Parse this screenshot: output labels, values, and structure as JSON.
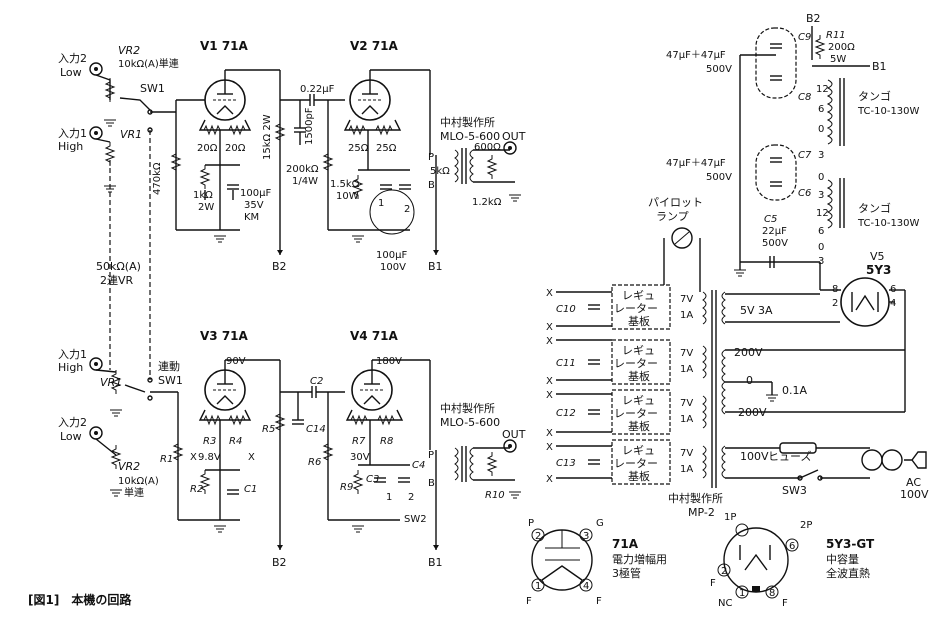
{
  "figure": {
    "caption": "[図1]　本機の回路"
  },
  "colors": {
    "ink": "#111111",
    "paper": "#ffffff"
  },
  "upper_channel": {
    "input2": [
      "入力2",
      "Low"
    ],
    "input1": [
      "入力1",
      "High"
    ],
    "vr2": "VR2",
    "vr2_value": "10kΩ(A)単連",
    "vr1": "VR1",
    "sw1": "SW1",
    "tube1": "V1 71A",
    "tube2": "V2 71A",
    "r_470k": "470kΩ",
    "r_20a": "20Ω",
    "r_20b": "20Ω",
    "r_1k": [
      "1kΩ",
      "2W"
    ],
    "c_100u": [
      "100μF",
      "35V",
      "KM"
    ],
    "r_15k": "15kΩ 2W",
    "c_022": "0.22μF",
    "c_1500": "1500pF",
    "r_200k": [
      "200kΩ",
      "1/4W"
    ],
    "r_25a": "25Ω",
    "r_25b": "25Ω",
    "r_15k10": [
      "1.5kΩ",
      "10W"
    ],
    "c_100u_100v": [
      "100μF",
      "100V"
    ],
    "sw_1": "1",
    "sw_2": "2",
    "trans": [
      "中村製作所",
      "MLO-5-600"
    ],
    "trans_p": "P",
    "trans_b": "B",
    "trans_5k": "5kΩ",
    "trans_600": "600Ω",
    "out": "OUT",
    "r_12k": "1.2kΩ",
    "b2": "B2",
    "b1": "B1"
  },
  "vr_dual": [
    "50kΩ(A)",
    "2連VR"
  ],
  "lower_channel": {
    "input1": [
      "入力1",
      "High"
    ],
    "input2": [
      "入力2",
      "Low"
    ],
    "vr1": "VR1",
    "vr2": "VR2",
    "vr2_value": [
      "10kΩ(A)",
      "単連"
    ],
    "sw1": [
      "連動",
      "SW1"
    ],
    "tube3": "V3 71A",
    "tube4": "V4 71A",
    "v90": "90V",
    "v180": "180V",
    "r1": "R1",
    "r2": "R2",
    "r3": "R3",
    "r4": "R4",
    "v98": "9.8V",
    "c1": "C1",
    "r5": "R5",
    "c2": "C2",
    "c14": "C14",
    "r6": "R6",
    "r7": "R7",
    "r8": "R8",
    "v30": "30V",
    "r9": "R9",
    "c3": "C3",
    "c4": "C4",
    "sw2": "SW2",
    "sw_1": "1",
    "sw_2": "2",
    "trans": [
      "中村製作所",
      "MLO-5-600"
    ],
    "trans_p": "P",
    "trans_b": "B",
    "out": "OUT",
    "r10": "R10",
    "b2": "B2",
    "b1": "B1",
    "x": "X"
  },
  "power": {
    "b2": "B2",
    "r11": [
      "R11",
      "200Ω",
      "5W"
    ],
    "b1": "B1",
    "c9": "C9",
    "c8": "C8",
    "c9c8_value": [
      "47μF＋47μF",
      "500V"
    ],
    "c7": "C7",
    "c6": "C6",
    "c7c6_value": [
      "47μF＋47μF",
      "500V"
    ],
    "choke1": [
      "タンゴ",
      "TC-10-130W"
    ],
    "choke2": [
      "タンゴ",
      "TC-10-130W"
    ],
    "choke_taps": [
      "12",
      "6",
      "0",
      "3",
      "0",
      "3",
      "12",
      "6",
      "0",
      "3"
    ],
    "c5": [
      "C5",
      "22μF",
      "500V"
    ],
    "pilot": [
      "パイロット",
      "ランプ"
    ],
    "v5": [
      "V5",
      "5Y3"
    ],
    "pin8": "8",
    "pin6": "6",
    "pin2": "2",
    "pin4": "4",
    "reg": [
      "レギュ",
      "レーター",
      "基板"
    ],
    "reg_out": [
      "7V",
      "1A"
    ],
    "c10": "C10",
    "c11": "C11",
    "c12": "C12",
    "c13": "C13",
    "x": "X",
    "t_5v": "5V 3A",
    "t_200a": "200V",
    "t_0": "0",
    "t_01a": "0.1A",
    "t_200b": "200V",
    "t_100": "100V",
    "fuse": "ヒューズ",
    "sw3": "SW3",
    "ac": [
      "AC",
      "100V"
    ],
    "trans": [
      "中村製作所",
      "MP-2"
    ]
  },
  "pinout_71a": {
    "title": "71A",
    "desc": [
      "電力増幅用",
      "3極管"
    ],
    "pins": {
      "p": "P",
      "g": "G",
      "f1": "F",
      "f2": "F",
      "n2": "2",
      "n3": "3",
      "n1": "1",
      "n4": "4"
    }
  },
  "pinout_5y3": {
    "title": "5Y3-GT",
    "desc": [
      "中容量",
      "全波直熱"
    ],
    "pins": {
      "p1": "1P",
      "p2": "2P",
      "f1": "F",
      "f2": "F",
      "nc": "NC",
      "n2": "2",
      "n6": "6",
      "n1": "1",
      "n8": "8"
    }
  }
}
